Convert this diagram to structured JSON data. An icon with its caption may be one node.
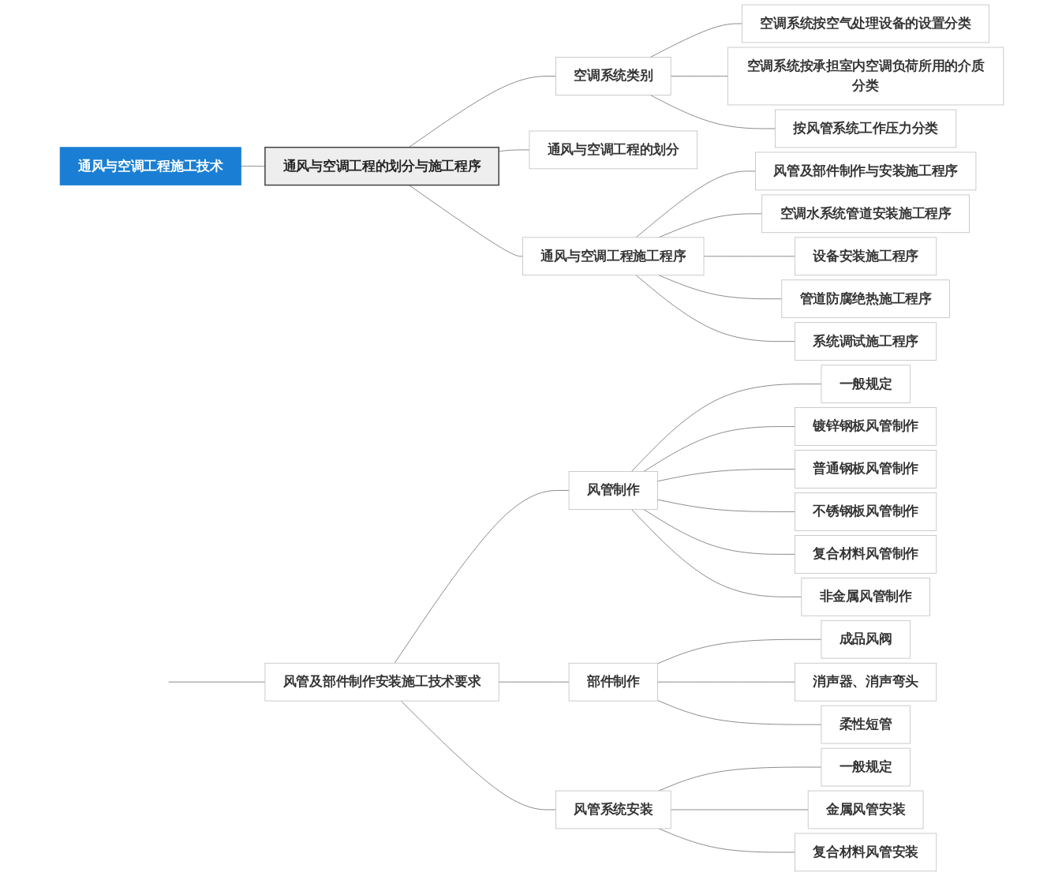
{
  "diagram": {
    "nodes": [
      {
        "text": [
          "通风与空调工程施工技术"
        ]
      },
      {
        "text": [
          "通风与空调工程的划分与施工程序"
        ]
      },
      {
        "text": [
          "空调系统类别"
        ]
      },
      {
        "text": [
          "空调系统按空气处理设备的设置分类"
        ]
      },
      {
        "text": [
          "空调系统按承担室内空调负荷所用的介质分类"
        ]
      },
      {
        "text": [
          "按风管系统工作压力分类"
        ]
      },
      {
        "text": [
          "通风与空调工程的划分"
        ]
      },
      {
        "text": [
          "通风与空调工程施工程序"
        ]
      },
      {
        "text": [
          "风管及部件制作与安装施工程序"
        ]
      },
      {
        "text": [
          "空调水系统管道安装施工程序"
        ]
      },
      {
        "text": [
          "设备安装施工程序"
        ]
      },
      {
        "text": [
          "管道防腐绝热施工程序"
        ]
      },
      {
        "text": [
          "系统调试施工程序"
        ]
      },
      {
        "text": [
          "风管及部件制作安装施工技术要求"
        ]
      },
      {
        "text": [
          "风管制作"
        ]
      },
      {
        "text": [
          "一般规定"
        ]
      },
      {
        "text": [
          "镀锌钢板风管制作"
        ]
      },
      {
        "text": [
          "普通钢板风管制作"
        ]
      },
      {
        "text": [
          "不锈钢板风管制作"
        ]
      },
      {
        "text": [
          "复合材料风管制作"
        ]
      },
      {
        "text": [
          "非金属风管制作"
        ]
      },
      {
        "text": [
          "部件制作"
        ]
      },
      {
        "text": [
          "成品风阀"
        ]
      },
      {
        "text": [
          "消声器、消声弯头"
        ]
      },
      {
        "text": [
          "柔性短管"
        ]
      },
      {
        "text": [
          "风管系统安装"
        ]
      },
      {
        "text": [
          "一般规定"
        ]
      },
      {
        "text": [
          "金属风管安装"
        ]
      },
      {
        "text": [
          "复合材料风管安装"
        ]
      }
    ],
    "edges": [
      {
        "from": 0,
        "to": 1,
        "arrow": "none"
      },
      {
        "from": 1,
        "to": 2,
        "arrow": "none"
      },
      {
        "from": 2,
        "to": 3,
        "arrow": "none"
      },
      {
        "from": 2,
        "to": 4,
        "arrow": "none"
      },
      {
        "from": 2,
        "to": 5,
        "arrow": "none"
      },
      {
        "from": 1,
        "to": 6,
        "arrow": "none"
      },
      {
        "from": 1,
        "to": 7,
        "arrow": "none"
      },
      {
        "from": 7,
        "to": 8,
        "arrow": "none"
      },
      {
        "from": 7,
        "to": 9,
        "arrow": "none"
      },
      {
        "from": 7,
        "to": 10,
        "arrow": "none"
      },
      {
        "from": 7,
        "to": 11,
        "arrow": "none"
      },
      {
        "from": 7,
        "to": 12,
        "arrow": "none"
      },
      {
        "from": null,
        "to": 13,
        "arrow": "none"
      },
      {
        "from": 13,
        "to": 14,
        "arrow": "none"
      },
      {
        "from": 14,
        "to": 15,
        "arrow": "none"
      },
      {
        "from": 14,
        "to": 16,
        "arrow": "none"
      },
      {
        "from": 14,
        "to": 17,
        "arrow": "none"
      },
      {
        "from": 14,
        "to": 18,
        "arrow": "none"
      },
      {
        "from": 14,
        "to": 19,
        "arrow": "none"
      },
      {
        "from": 14,
        "to": 20,
        "arrow": "none"
      },
      {
        "from": 13,
        "to": 21,
        "arrow": "none"
      },
      {
        "from": 21,
        "to": 22,
        "arrow": "none"
      },
      {
        "from": 21,
        "to": 23,
        "arrow": "none"
      },
      {
        "from": 21,
        "to": 24,
        "arrow": "none"
      },
      {
        "from": 13,
        "to": 25,
        "arrow": "none"
      },
      {
        "from": 25,
        "to": 26,
        "arrow": "none"
      },
      {
        "from": 25,
        "to": 27,
        "arrow": "none"
      },
      {
        "from": 25,
        "to": 28,
        "arrow": "none"
      }
    ]
  }
}
